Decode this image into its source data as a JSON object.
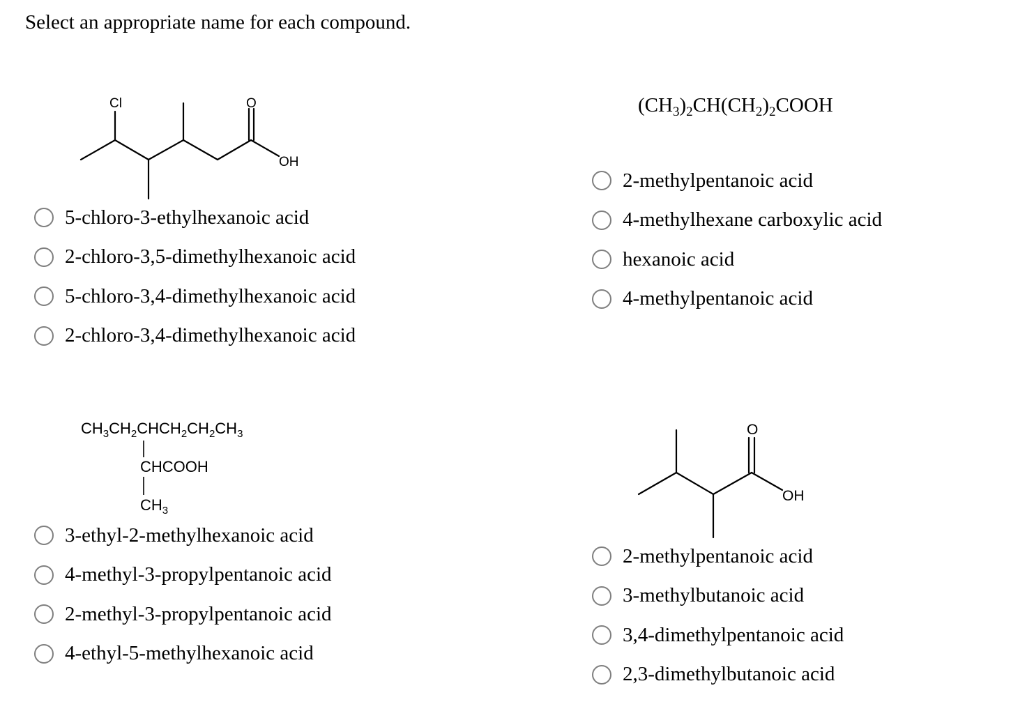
{
  "prompt": "Select an appropriate name for each compound.",
  "q1": {
    "structure": {
      "cl_label": "Cl",
      "o_label": "O",
      "oh_label": "OH"
    },
    "options": [
      "5-chloro-3-ethylhexanoic acid",
      "2-chloro-3,5-dimethylhexanoic acid",
      "5-chloro-3,4-dimethylhexanoic acid",
      "2-chloro-3,4-dimethylhexanoic acid"
    ]
  },
  "q2": {
    "formula": {
      "a": "(CH",
      "s1": "3",
      "b": ")",
      "s2": "2",
      "c": "CH(CH",
      "s3": "2",
      "d": ")",
      "s4": "2",
      "e": "COOH"
    },
    "options": [
      "2-methylpentanoic acid",
      "4-methylhexane carboxylic acid",
      "hexanoic acid",
      "4-methylpentanoic acid"
    ]
  },
  "q3": {
    "condensed": {
      "line1": {
        "a": "CH",
        "s1": "3",
        "b": "CH",
        "s2": "2",
        "c": "CHCH",
        "s3": "2",
        "d": "CH",
        "s4": "2",
        "e": "CH",
        "s5": "3"
      },
      "line2": "CHCOOH",
      "line3": {
        "a": "CH",
        "s1": "3"
      }
    },
    "options": [
      "3-ethyl-2-methylhexanoic acid",
      "4-methyl-3-propylpentanoic acid",
      "2-methyl-3-propylpentanoic acid",
      "4-ethyl-5-methylhexanoic acid"
    ]
  },
  "q4": {
    "structure": {
      "o_label": "O",
      "oh_label": "OH"
    },
    "options": [
      "2-methylpentanoic acid",
      "3-methylbutanoic acid",
      "3,4-dimethylpentanoic acid",
      "2,3-dimethylbutanoic acid"
    ]
  }
}
